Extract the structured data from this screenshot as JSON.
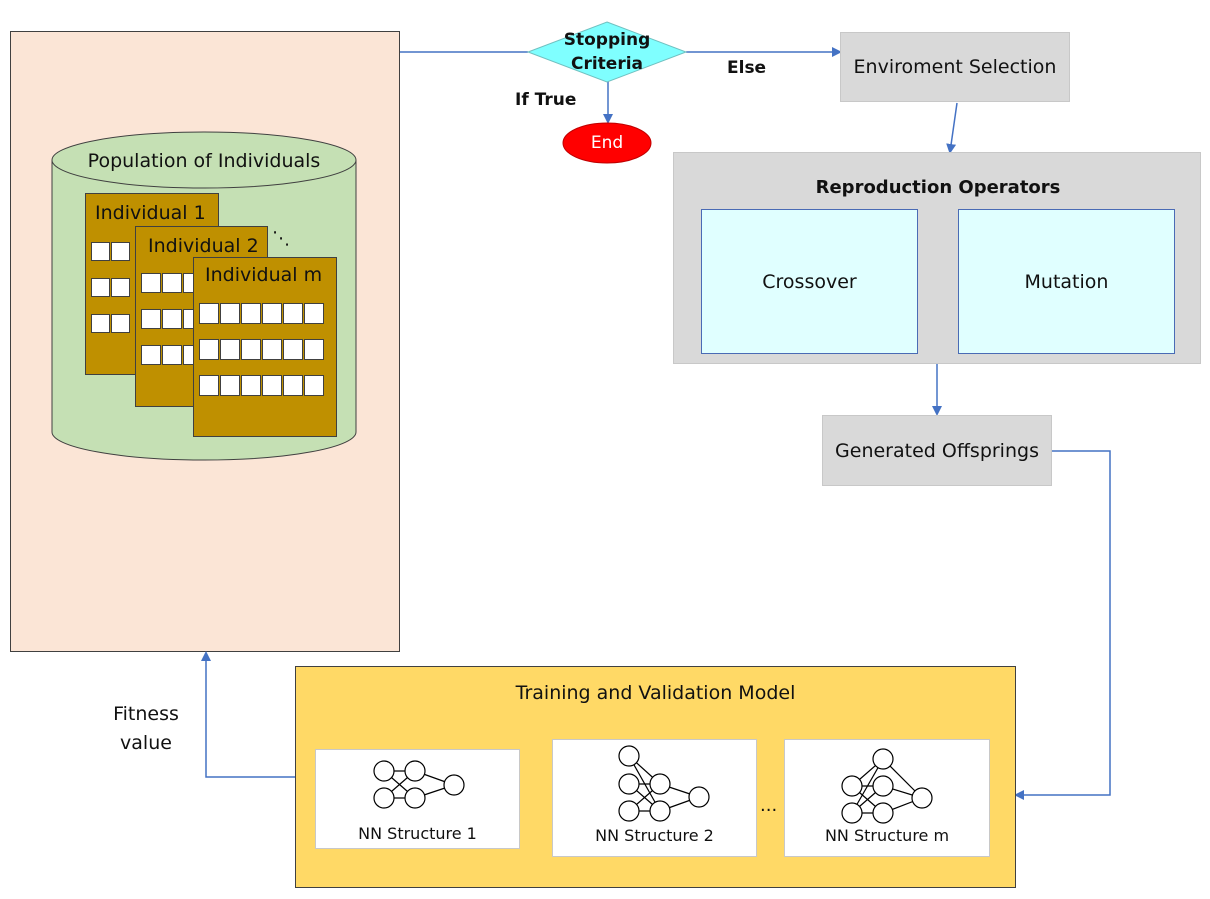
{
  "population": {
    "title": "Population of Individuals",
    "individuals": [
      "Individual 1",
      "Individual 2",
      "Individual m"
    ],
    "ellipsis": "⋱"
  },
  "stopping": {
    "line1": "Stopping",
    "line2": "Criteria"
  },
  "if_true": "If True",
  "else": "Else",
  "end": "End",
  "environment_selection": "Enviroment Selection",
  "reproduction": {
    "title": "Reproduction Operators",
    "crossover": "Crossover",
    "mutation": "Mutation"
  },
  "generated_offsprings": "Generated Offsprings",
  "training": {
    "title": "Training and Validation Model",
    "structures": [
      "NN Structure 1",
      "NN Structure 2",
      "NN Structure m"
    ],
    "ellipsis": "..."
  },
  "fitness": {
    "line1": "Fitness",
    "line2": "value"
  },
  "colors": {
    "population_panel": "#fbe5d6",
    "cylinder": "#c5e0b4",
    "individual_card": "#bf9000",
    "diamond": "#7fffff",
    "end_oval": "#ff0000",
    "gray_box": "#d9d9d9",
    "cyan_box": "#e0ffff",
    "training_panel": "#ffd966",
    "arrow": "#4472c4"
  }
}
